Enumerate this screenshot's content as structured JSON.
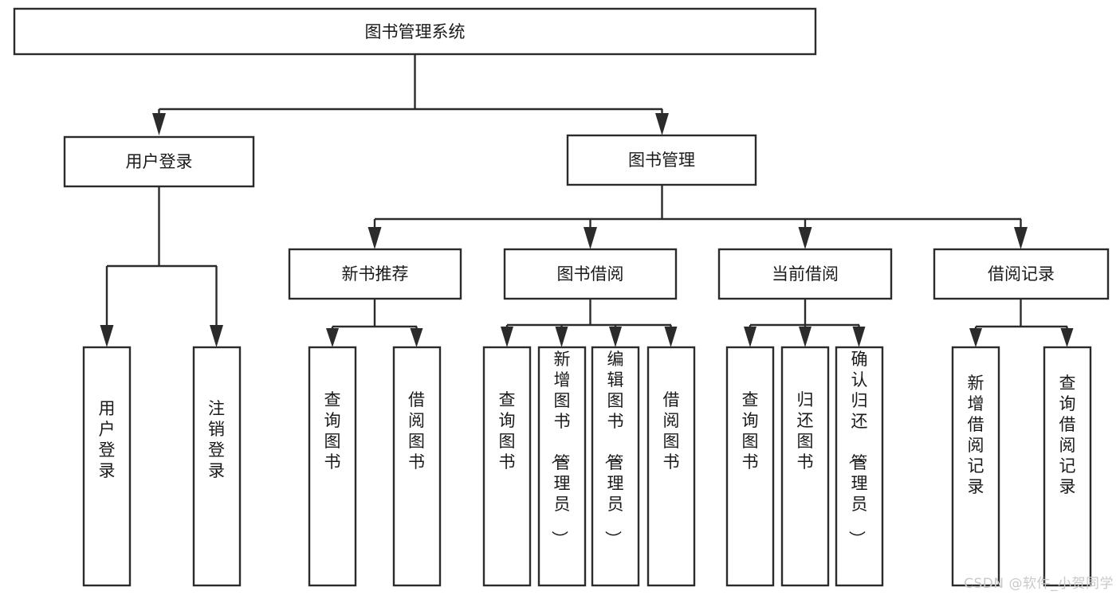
{
  "diagram": {
    "type": "tree",
    "title": "图书管理系统",
    "watermark": "CSDN @软件_小贺同学",
    "colors": {
      "box_stroke": "#2b2b2b",
      "box_fill": "#ffffff",
      "text": "#1a1a1a",
      "background": "#ffffff",
      "watermark": "#c9c9c9"
    },
    "root": {
      "label": "图书管理系统"
    },
    "level2": [
      {
        "label": "用户登录"
      },
      {
        "label": "图书管理"
      }
    ],
    "level3": [
      {
        "label": "新书推荐"
      },
      {
        "label": "图书借阅"
      },
      {
        "label": "当前借阅"
      },
      {
        "label": "借阅记录"
      }
    ],
    "leaves": {
      "user_login": [
        {
          "label": "用户登录"
        },
        {
          "label": "注销登录"
        }
      ],
      "new_book_recommend": [
        {
          "label": "查询图书"
        },
        {
          "label": "借阅图书"
        }
      ],
      "book_borrow": [
        {
          "label": "查询图书"
        },
        {
          "label": "新增图书（管理员）"
        },
        {
          "label": "编辑图书（管理员）"
        },
        {
          "label": "借阅图书"
        }
      ],
      "current_borrow": [
        {
          "label": "查询图书"
        },
        {
          "label": "归还图书"
        },
        {
          "label": "确认归还（管理员）"
        }
      ],
      "borrow_record": [
        {
          "label": "新增借阅记录"
        },
        {
          "label": "查询借阅记录"
        }
      ]
    }
  }
}
